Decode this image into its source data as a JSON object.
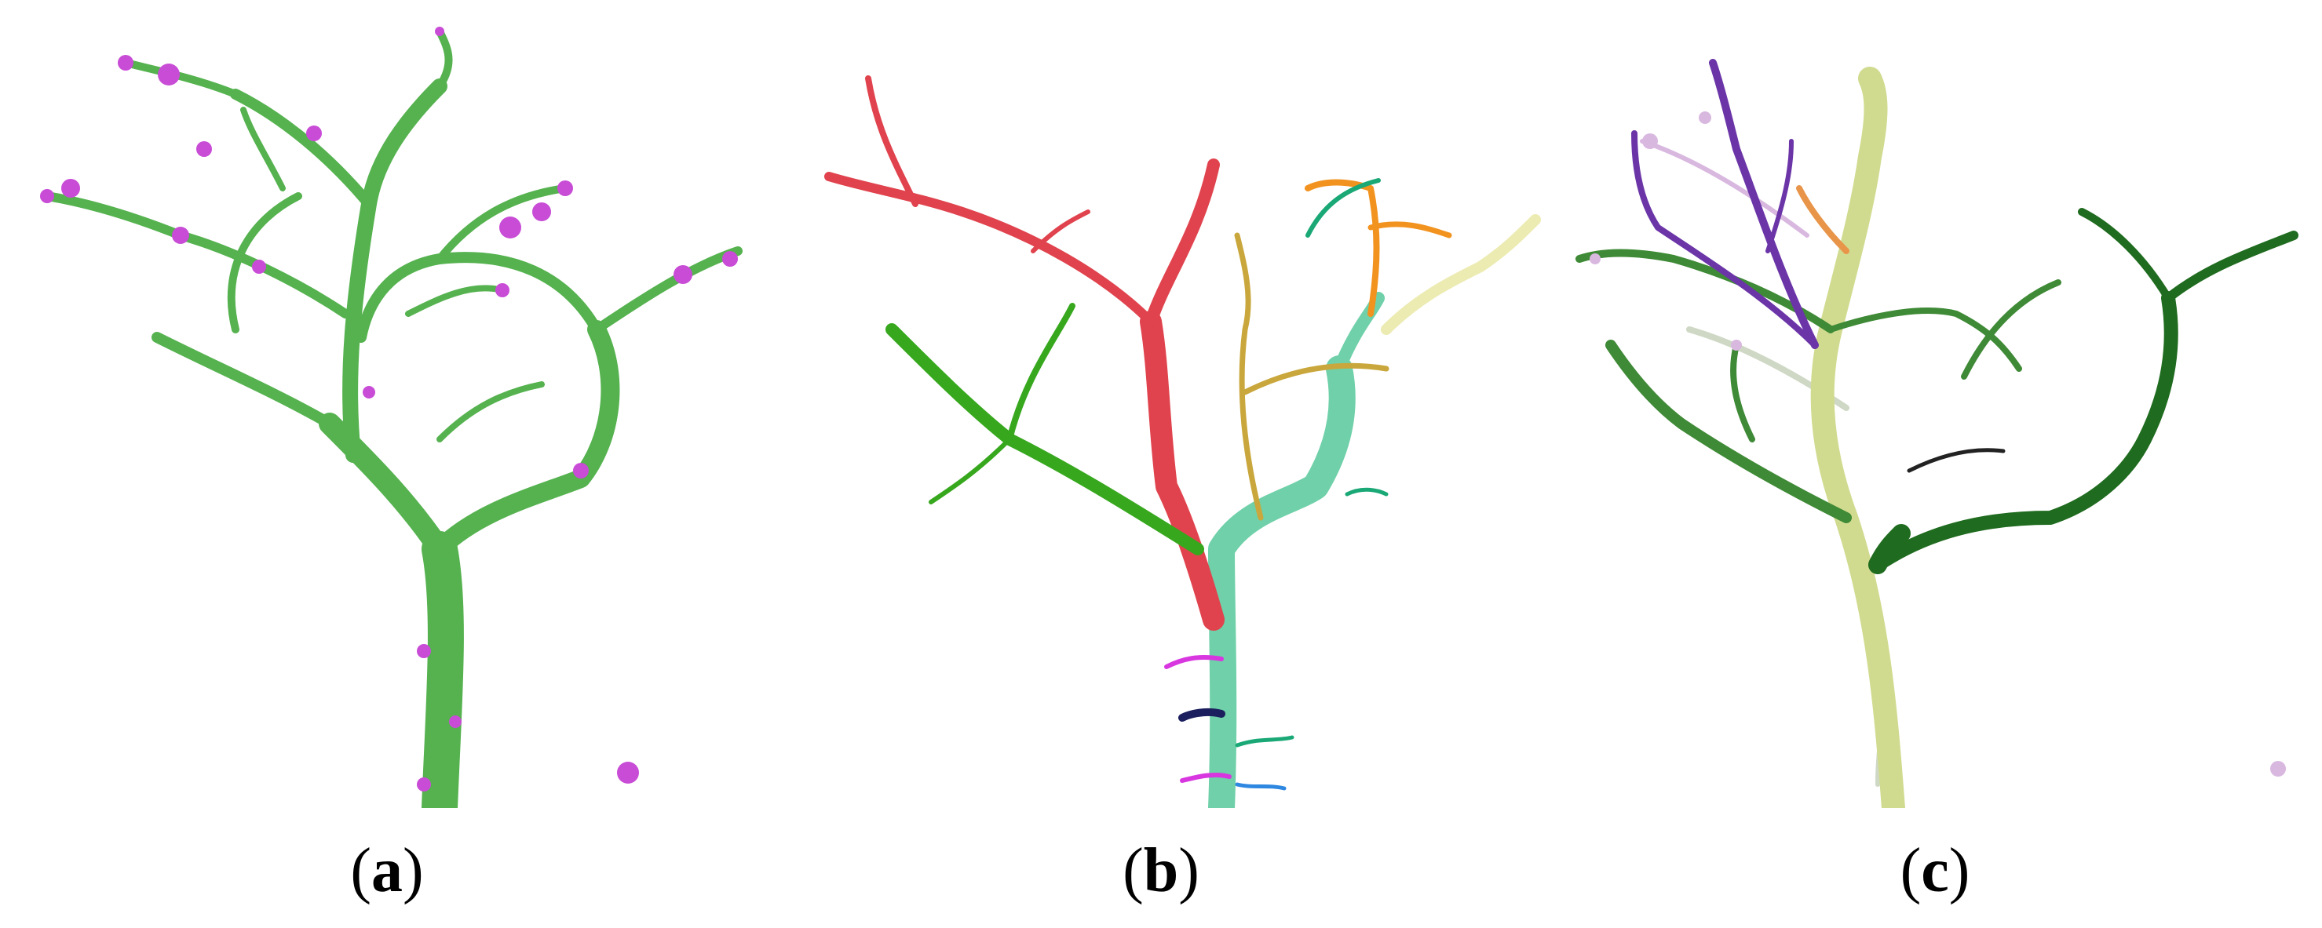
{
  "figure": {
    "panels": [
      {
        "id": "a",
        "caption_open": "(",
        "caption_letter": "a",
        "caption_close": ")"
      },
      {
        "id": "b",
        "caption_open": "(",
        "caption_letter": "b",
        "caption_close": ")"
      },
      {
        "id": "c",
        "caption_open": "(",
        "caption_letter": "c",
        "caption_close": ")"
      }
    ],
    "colors": {
      "a_branch": "#55b24f",
      "a_branch_dark": "#7b8f7a",
      "a_leaf": "#c84cd6",
      "b_trunk": "#6fd0a9",
      "b_main": "#e0434d",
      "b_green": "#37a81e",
      "b_olive": "#c9a73c",
      "b_orange": "#f29320",
      "b_cream": "#ecebb2",
      "b_teal": "#1aa876",
      "b_magenta": "#d837e0",
      "b_navy": "#1c1f5e",
      "b_blue": "#2e87e0",
      "c_trunk": "#d1db8f",
      "c_dark": "#1f6b1f",
      "c_mid": "#3f8a36",
      "c_purple": "#6b35a8",
      "c_orange": "#e8954a",
      "c_faint": "#cfd8c5",
      "c_pink": "#d9b8e0"
    }
  }
}
